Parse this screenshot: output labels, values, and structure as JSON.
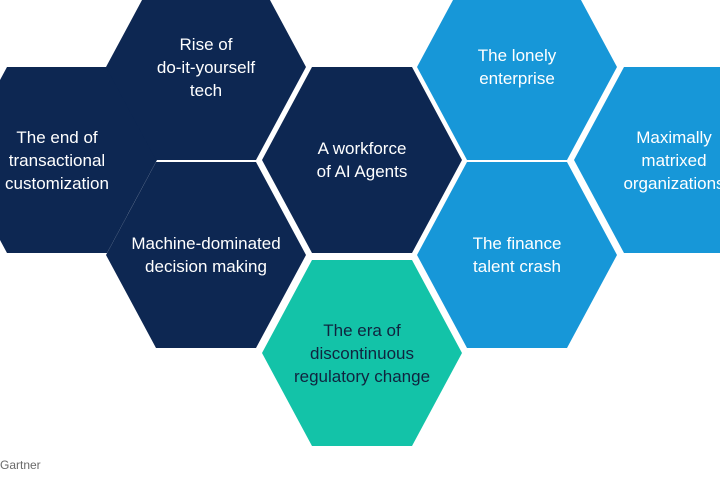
{
  "colors": {
    "navy": "#0d2752",
    "blue": "#1797d8",
    "teal": "#13c3a8",
    "background": "#ffffff"
  },
  "hexagons": [
    {
      "id": "transactional",
      "label": "The end of\ntransactional\ncustomization",
      "color": "navy"
    },
    {
      "id": "diy-tech",
      "label": "Rise of\ndo-it-yourself\ntech",
      "color": "navy"
    },
    {
      "id": "machine-decision",
      "label": "Machine-dominated\ndecision making",
      "color": "navy"
    },
    {
      "id": "ai-agents",
      "label": "A workforce\nof AI Agents",
      "color": "navy"
    },
    {
      "id": "regulatory",
      "label": "The era of\ndiscontinuous\nregulatory change",
      "color": "teal"
    },
    {
      "id": "lonely-enterprise",
      "label": "The lonely\nenterprise",
      "color": "blue"
    },
    {
      "id": "finance-talent",
      "label": "The finance\ntalent crash",
      "color": "blue"
    },
    {
      "id": "matrixed",
      "label": "Maximally\nmatrixed\norganizations",
      "color": "blue"
    }
  ],
  "footer": {
    "source": "Gartner"
  }
}
